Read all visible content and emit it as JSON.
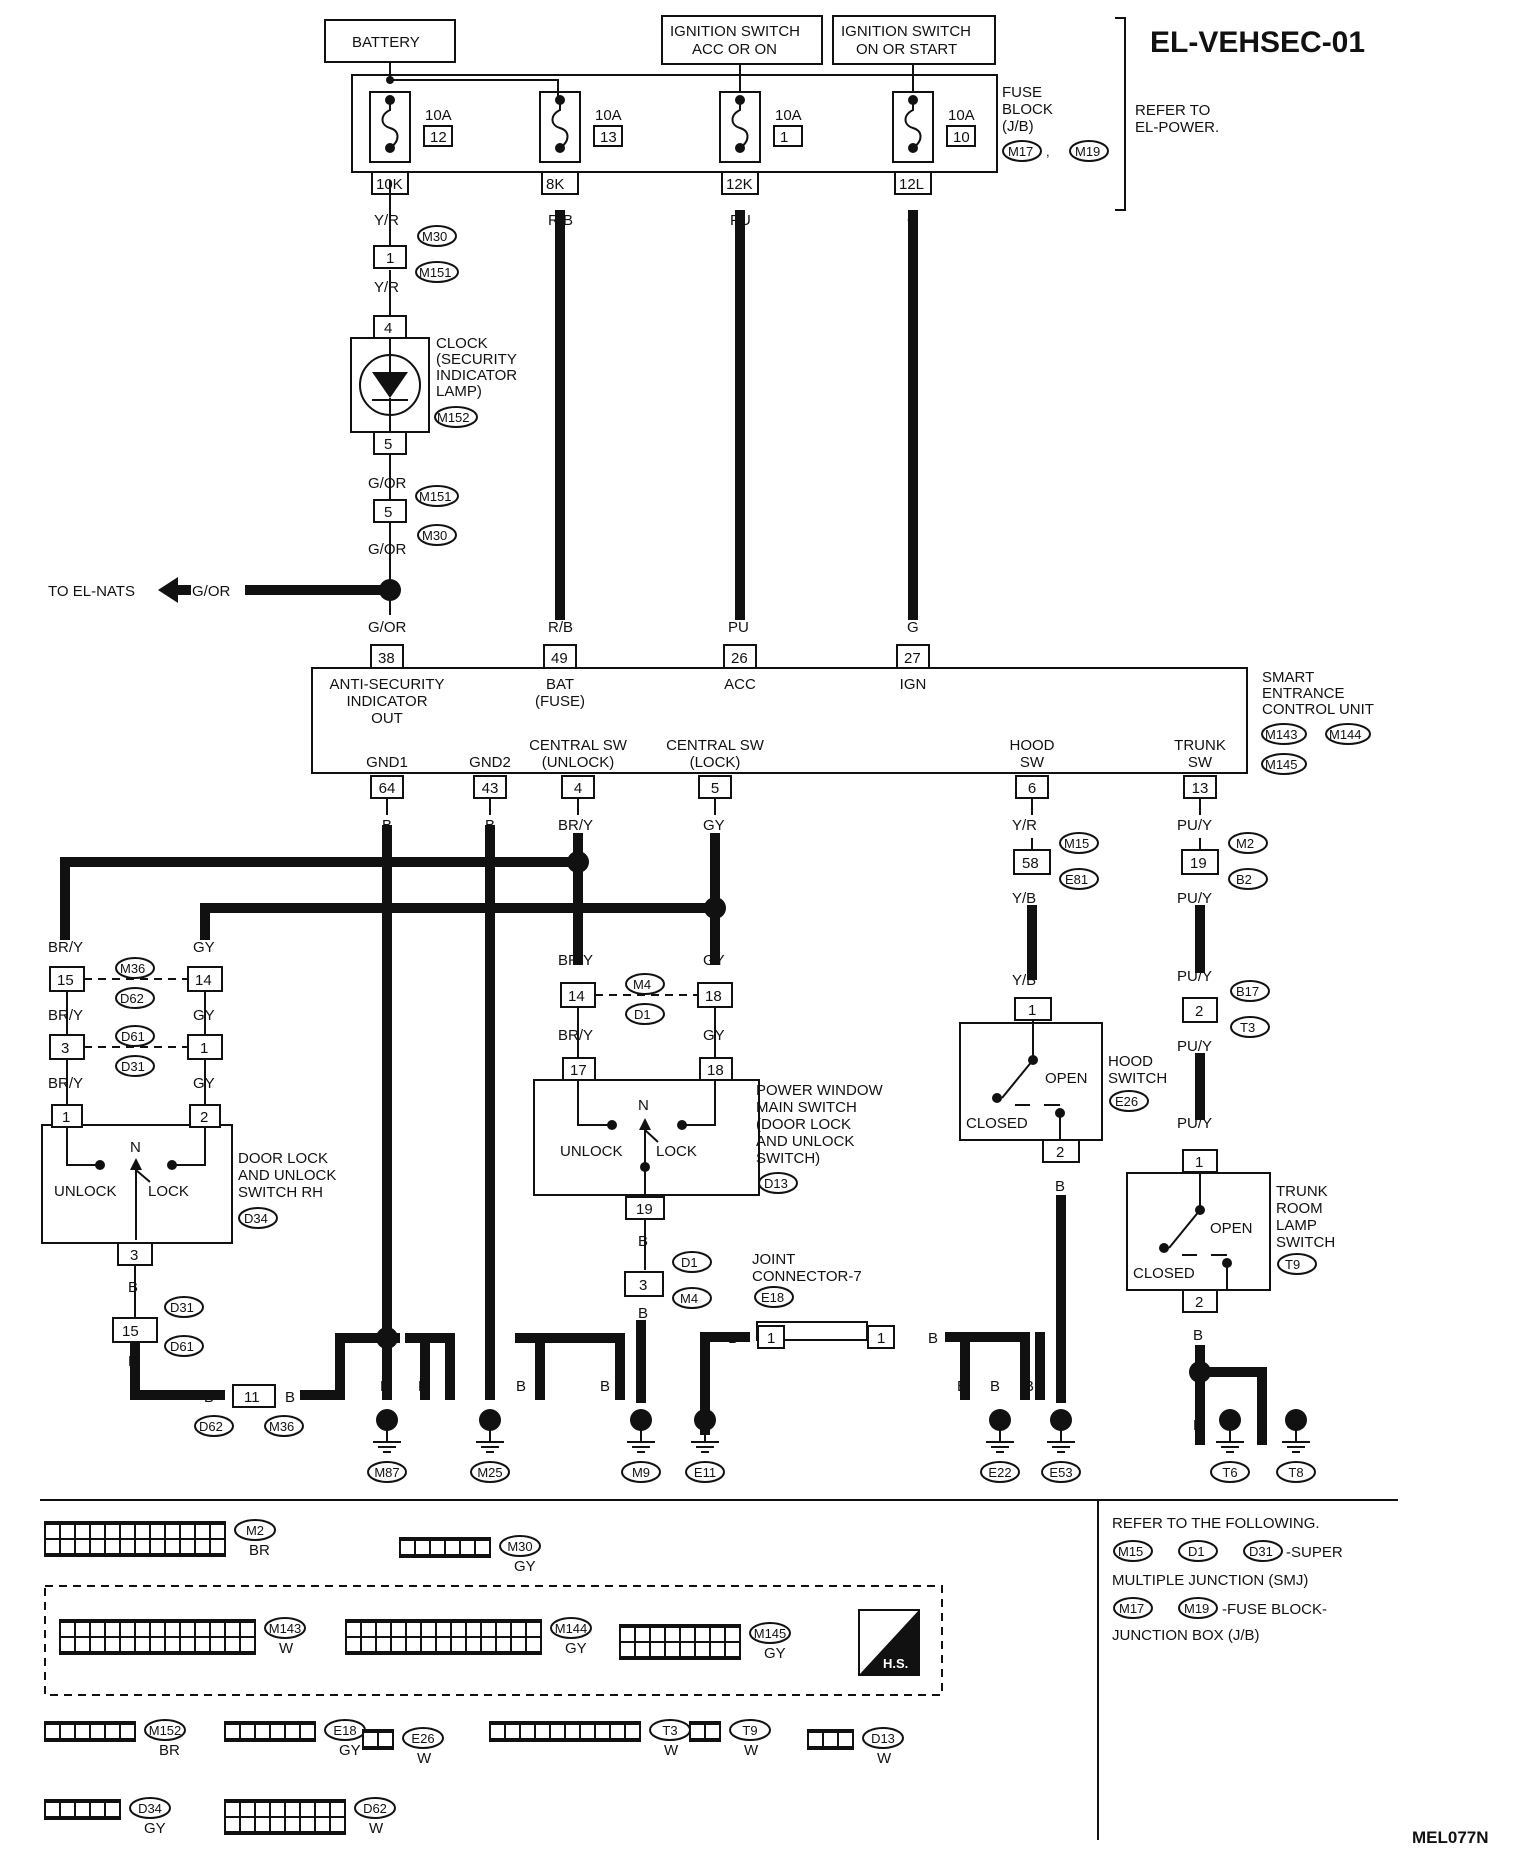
{
  "diagram_id": "EL-VEHSEC-01",
  "figure_code": "MEL077N",
  "sources": {
    "battery": "BATTERY",
    "ign_acc_on_1": "IGNITION SWITCH",
    "ign_acc_on_2": "ACC OR ON",
    "ign_on_start_1": "IGNITION SWITCH",
    "ign_on_start_2": "ON OR START"
  },
  "fuse_block": {
    "label": [
      "FUSE",
      "BLOCK",
      "(J/B)"
    ],
    "connectors": [
      "M17",
      "M19"
    ],
    "refer": [
      "REFER TO",
      "EL-POWER."
    ],
    "fuses": [
      {
        "amp": "10A",
        "num": "12",
        "pin": "10K",
        "wire": "Y/R"
      },
      {
        "amp": "10A",
        "num": "13",
        "pin": "8K",
        "wire": "R/B"
      },
      {
        "amp": "10A",
        "num": "1",
        "pin": "12K",
        "wire": "PU"
      },
      {
        "amp": "10A",
        "num": "10",
        "pin": "12L",
        "wire": "G"
      }
    ]
  },
  "clock": {
    "label": [
      "CLOCK",
      "(SECURITY",
      "INDICATOR",
      "LAMP)"
    ],
    "connector": "M152",
    "pin_in": "4",
    "pin_out": "5"
  },
  "wires": {
    "yr": "Y/R",
    "gor": "G/OR",
    "rb": "R/B",
    "pu": "PU",
    "g": "G",
    "bry": "BR/Y",
    "gy": "GY",
    "b": "B",
    "yb": "Y/B",
    "puy": "PU/Y"
  },
  "inline_connectors": {
    "m30": "M30",
    "m151": "M151",
    "pin1": "1",
    "pin5": "5"
  },
  "to_nats": "TO EL-NATS",
  "ecu": {
    "name": [
      "SMART",
      "ENTRANCE",
      "CONTROL UNIT"
    ],
    "connectors": [
      "M143",
      "M144",
      "M145"
    ],
    "top_pins": [
      {
        "pin": "38",
        "label": [
          "ANTI-SECURITY",
          "INDICATOR",
          "OUT"
        ]
      },
      {
        "pin": "49",
        "label": [
          "BAT",
          "(FUSE)"
        ]
      },
      {
        "pin": "26",
        "label": [
          "ACC"
        ]
      },
      {
        "pin": "27",
        "label": [
          "IGN"
        ]
      }
    ],
    "bottom_pins": [
      {
        "pin": "64",
        "label": [
          "GND1"
        ]
      },
      {
        "pin": "43",
        "label": [
          "GND2"
        ]
      },
      {
        "pin": "4",
        "label": [
          "CENTRAL SW",
          "(UNLOCK)"
        ]
      },
      {
        "pin": "5",
        "label": [
          "CENTRAL SW",
          "(LOCK)"
        ]
      },
      {
        "pin": "6",
        "label": [
          "HOOD",
          "SW"
        ]
      },
      {
        "pin": "13",
        "label": [
          "TRUNK",
          "SW"
        ]
      }
    ]
  },
  "door_lock_rh": {
    "label": [
      "DOOR LOCK",
      "AND UNLOCK",
      "SWITCH RH"
    ],
    "connector": "D34",
    "unlock": "UNLOCK",
    "lock": "LOCK",
    "n": "N",
    "pins": [
      "1",
      "2",
      "3"
    ],
    "jc1": {
      "left": "15",
      "right": "14",
      "top": "M36",
      "bottom": "D62"
    },
    "jc2": {
      "left": "3",
      "right": "1",
      "top": "D61",
      "bottom": "D31"
    },
    "jc3": {
      "pin": "15",
      "top": "D31",
      "bottom": "D61"
    },
    "jc4": {
      "pin": "11",
      "left": "D62",
      "right": "M36"
    }
  },
  "pw_switch": {
    "label": [
      "POWER WINDOW",
      "MAIN SWITCH",
      "(DOOR LOCK",
      "AND UNLOCK",
      "SWITCH)"
    ],
    "connector": "D13",
    "unlock": "UNLOCK",
    "lock": "LOCK",
    "n": "N",
    "pins": [
      "17",
      "18",
      "19"
    ],
    "jc1": {
      "left": "14",
      "right": "18",
      "top": "M4",
      "bottom": "D1"
    },
    "jc2": {
      "pin": "3",
      "top": "D1",
      "bottom": "M4"
    }
  },
  "hood": {
    "label": [
      "HOOD",
      "SWITCH"
    ],
    "connector": "E26",
    "open": "OPEN",
    "closed": "CLOSED",
    "pins": [
      "1",
      "2"
    ],
    "jc": {
      "pin": "58",
      "top": "M15",
      "bottom": "E81"
    }
  },
  "trunk": {
    "label": [
      "TRUNK",
      "ROOM",
      "LAMP",
      "SWITCH"
    ],
    "connector": "T9",
    "open": "OPEN",
    "closed": "CLOSED",
    "pins": [
      "1",
      "2"
    ],
    "jc1": {
      "pin": "19",
      "top": "M2",
      "bottom": "B2"
    },
    "jc2": {
      "pin": "2",
      "top": "B17",
      "bottom": "T3"
    }
  },
  "joint": {
    "label": [
      "JOINT",
      "CONNECTOR-7"
    ],
    "connector": "E18",
    "pin": "1"
  },
  "grounds": [
    "M87",
    "M25",
    "M9",
    "E11",
    "E22",
    "E53",
    "T6",
    "T8"
  ],
  "refer_following": {
    "line1": "REFER TO THE FOLLOWING.",
    "line2_refs": [
      "M15",
      "D1",
      "D31"
    ],
    "line2_text": "-SUPER",
    "line3": "MULTIPLE JUNCTION (SMJ)",
    "line4_refs": [
      "M17",
      "M19"
    ],
    "line4_text": "-FUSE BLOCK-",
    "line5": "JUNCTION BOX (J/B)"
  },
  "legend": [
    {
      "id": "M2",
      "color": "BR"
    },
    {
      "id": "M30",
      "color": "GY"
    },
    {
      "id": "M143",
      "color": "W"
    },
    {
      "id": "M144",
      "color": "GY"
    },
    {
      "id": "M145",
      "color": "GY"
    },
    {
      "id": "M152",
      "color": "BR"
    },
    {
      "id": "E18",
      "color": "GY"
    },
    {
      "id": "E26",
      "color": "W"
    },
    {
      "id": "T3",
      "color": "W"
    },
    {
      "id": "T9",
      "color": "W"
    },
    {
      "id": "D13",
      "color": "W"
    },
    {
      "id": "D34",
      "color": "GY"
    },
    {
      "id": "D62",
      "color": "W"
    }
  ],
  "legend_hs": "H.S."
}
